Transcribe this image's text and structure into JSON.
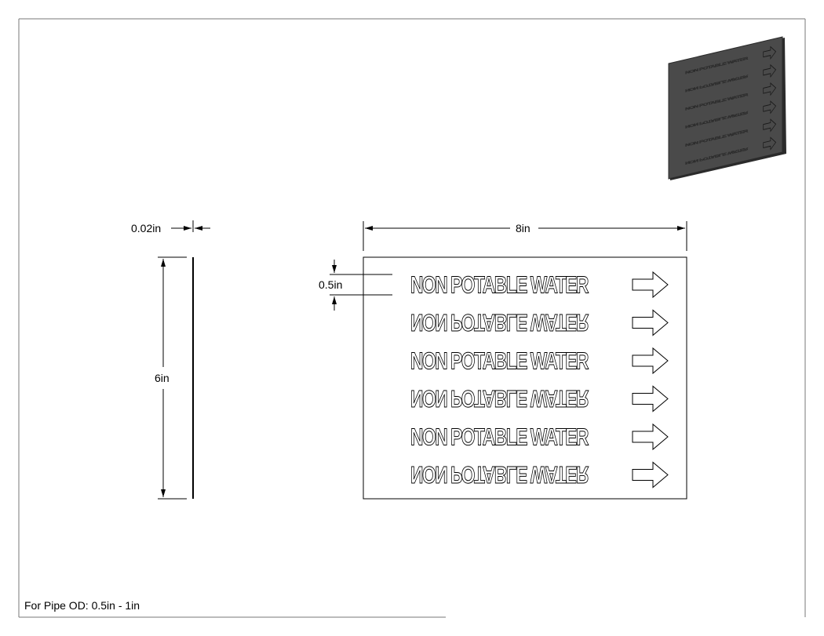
{
  "marker": {
    "text": "NON POTABLE WATER",
    "row_count": 6,
    "alternating_orientation": true,
    "arrow_direction": "right"
  },
  "dimensions": {
    "thickness": "0.02in",
    "height": "6in",
    "width": "8in",
    "text_height": "0.5in"
  },
  "footnote": "For Pipe OD: 0.5in - 1in",
  "colors": {
    "line": "#000000",
    "iso_face": "#4a4a4a",
    "iso_edge": "#2b2b2b"
  }
}
